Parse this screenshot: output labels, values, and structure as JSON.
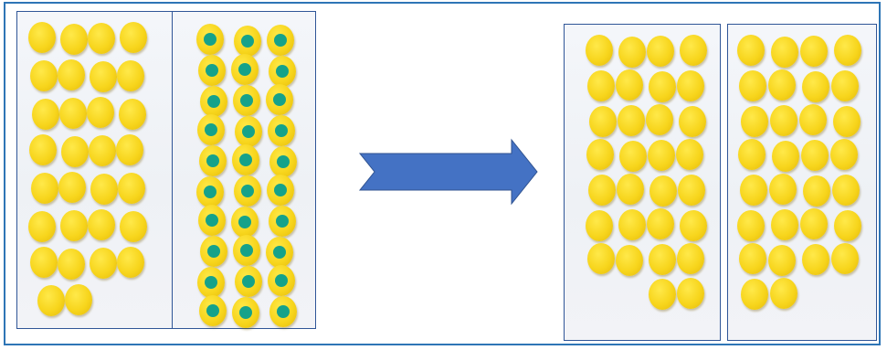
{
  "diagram": {
    "left_group": {
      "plain_disc_rows": [
        4,
        4,
        4,
        4,
        4,
        4,
        4,
        2
      ],
      "dotted_disc_rows": [
        3,
        3,
        3,
        3,
        3,
        3,
        3,
        3,
        3,
        3
      ]
    },
    "right_group": {
      "panel_a_disc_rows": [
        4,
        4,
        4,
        4,
        4,
        4,
        4,
        2
      ],
      "panel_b_disc_rows": [
        4,
        4,
        4,
        4,
        4,
        4,
        4,
        2
      ]
    },
    "arrow_direction": "right",
    "colors": {
      "frame": "#2e75b6",
      "panel_border": "#2f5597",
      "disc_yellow": "#f7d51c",
      "dot_green": "#15a28a",
      "arrow_blue": "#4472c4"
    }
  }
}
